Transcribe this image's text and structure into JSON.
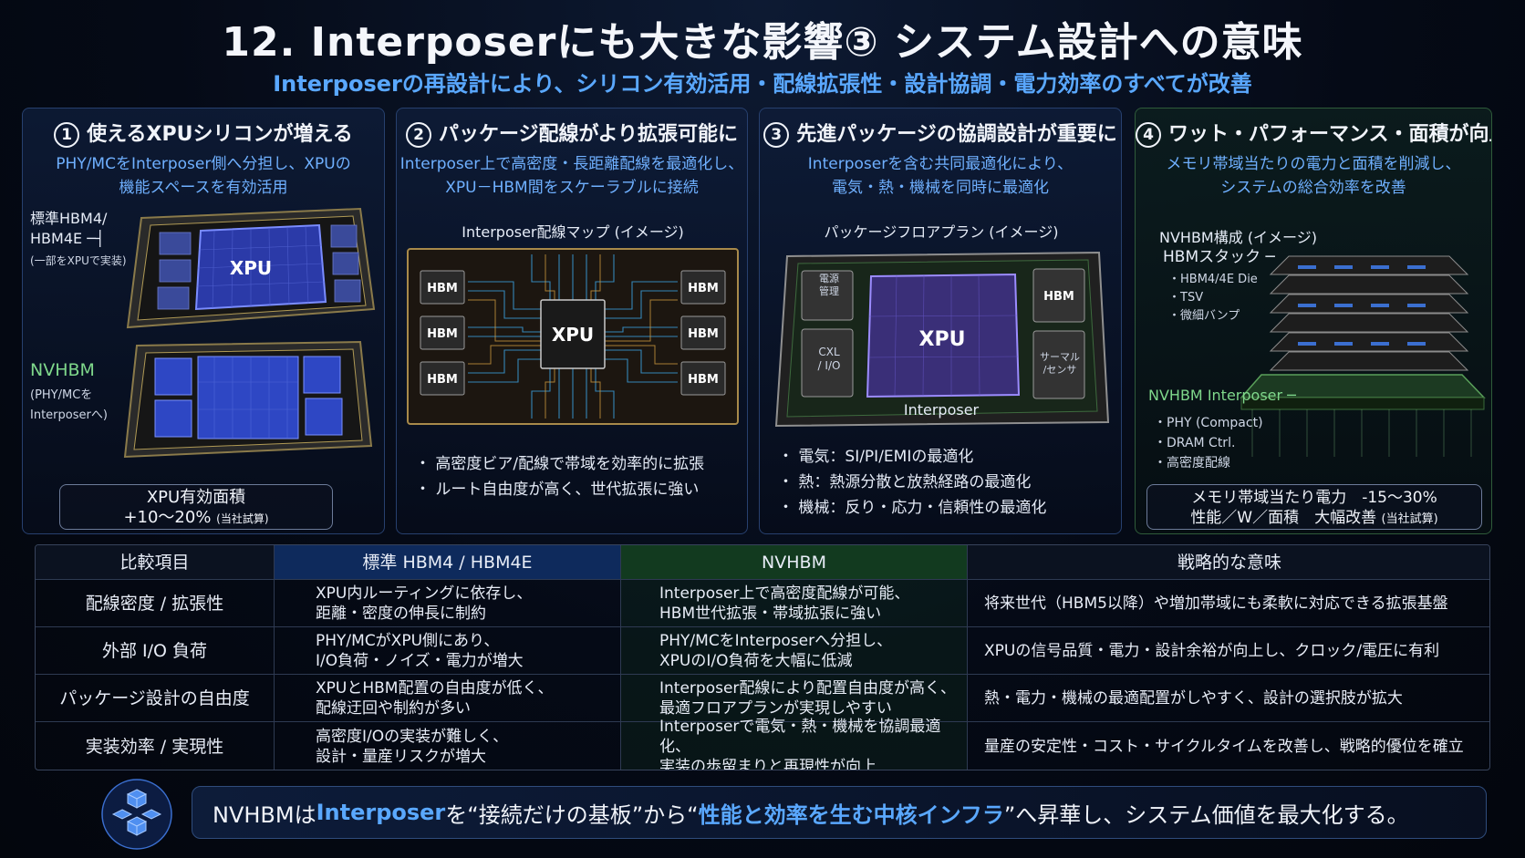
{
  "header": {
    "title": "12. Interposerにも大きな影響③ システム設計への意味",
    "subtitle": "Interposerの再設計により、シリコン有効活用・配線拡張性・設計協調・電力効率のすべてが改善"
  },
  "panels": [
    {
      "num": "1",
      "title": "使えるXPUシリコンが増える",
      "desc1": "PHY/MCをInterposer側へ分担し、XPUの",
      "desc2": "機能スペースを有効活用",
      "chip_label": "XPU",
      "label_std1": "標準HBM4/",
      "label_std2": "HBM4E",
      "label_std3": "(一部をXPUで実装)",
      "label_nv1": "NVHBM",
      "label_nv2": "(PHY/MCを",
      "label_nv3": "Interposerへ)",
      "box1": "XPU有効面積",
      "box2": "+10〜20%",
      "box2_note": "(当社試算)"
    },
    {
      "num": "2",
      "title": "パッケージ配線がより拡張可能に",
      "desc1": "Interposer上で高密度・長距離配線を最適化し、",
      "desc2": "XPU－HBM間をスケーラブルに接続",
      "caption": "Interposer配線マップ (イメージ)",
      "chip_label": "XPU",
      "hbm_label": "HBM",
      "bullets": [
        "・ 高密度ビア/配線で帯域を効率的に拡張",
        "・ ルート自由度が高く、世代拡張に強い"
      ]
    },
    {
      "num": "3",
      "title": "先進パッケージの協調設計が重要に",
      "desc1": "Interposerを含む共同最適化により、",
      "desc2": "電気・熱・機械を同時に最適化",
      "caption": "パッケージフロアプラン (イメージ)",
      "chip_label": "XPU",
      "hbm_label": "HBM",
      "block_power": "電源\n管理",
      "block_cxl": "CXL\n/ I/O",
      "block_thermal": "サーマル\n/センサ",
      "interposer_label": "Interposer",
      "bullets": [
        "・ 電気：SI/PI/EMIの最適化",
        "・ 熱：熱源分散と放熱経路の最適化",
        "・ 機械：反り・応力・信頼性の最適化"
      ]
    },
    {
      "num": "4",
      "title": "ワット・パフォーマンス・面積が向上",
      "desc1": "メモリ帯域当たりの電力と面積を削減し、",
      "desc2": "システムの総合効率を改善",
      "caption": "NVHBM構成 (イメージ)",
      "stack_label": "HBMスタック",
      "stack_items": [
        "・HBM4/4E Die",
        "・TSV",
        "・微細バンプ"
      ],
      "interposer_label": "NVHBM Interposer",
      "interposer_items": [
        "・PHY (Compact)",
        "・DRAM Ctrl.",
        "・高密度配線"
      ],
      "box1": "メモリ帯域当たり電力　-15〜30%",
      "box2": "性能／W／面積　大幅改善",
      "box2_note": "(当社試算)"
    }
  ],
  "table": {
    "headers": [
      "比較項目",
      "標準 HBM4 / HBM4E",
      "NVHBM",
      "戦略的な意味"
    ],
    "rows": [
      {
        "item": "配線密度 / 拡張性",
        "std1": "XPU内ルーティングに依存し、",
        "std2": "距離・密度の伸長に制約",
        "nv1": "Interposer上で高密度配線が可能、",
        "nv2": "HBM世代拡張・帯域拡張に強い",
        "meaning": "将来世代（HBM5以降）や増加帯域にも柔軟に対応できる拡張基盤"
      },
      {
        "item": "外部 I/O 負荷",
        "std1": "PHY/MCがXPU側にあり、",
        "std2": "I/O負荷・ノイズ・電力が増大",
        "nv1": "PHY/MCをInterposerへ分担し、",
        "nv2": "XPUのI/O負荷を大幅に低減",
        "meaning": "XPUの信号品質・電力・設計余裕が向上し、クロック/電圧に有利"
      },
      {
        "item": "パッケージ設計の自由度",
        "std1": "XPUとHBM配置の自由度が低く、",
        "std2": "配線迂回や制約が多い",
        "nv1": "Interposer配線により配置自由度が高く、",
        "nv2": "最適フロアプランが実現しやすい",
        "meaning": "熱・電力・機械の最適配置がしやすく、設計の選択肢が拡大"
      },
      {
        "item": "実装効率 / 実現性",
        "std1": "高密度I/Oの実装が難しく、",
        "std2": "設計・量産リスクが増大",
        "nv1": "Interposerで電気・熱・機械を協調最適化、",
        "nv2": "実装の歩留まりと再現性が向上",
        "meaning": "量産の安定性・コスト・サイクルタイムを改善し、戦略的優位を確立"
      }
    ]
  },
  "footer": {
    "part1": "NVHBMは",
    "part2": "Interposer",
    "part3": "を“接続だけの基板”から“",
    "part4": "性能と効率を生む中核インフラ",
    "part5": "”へ昇華し、システム価値を最大化する。"
  },
  "colors": {
    "accent_blue": "#5aa8ff",
    "std_header": "#0e2a5c",
    "nv_header": "#123a1f",
    "nv_green": "#7fd88b"
  }
}
